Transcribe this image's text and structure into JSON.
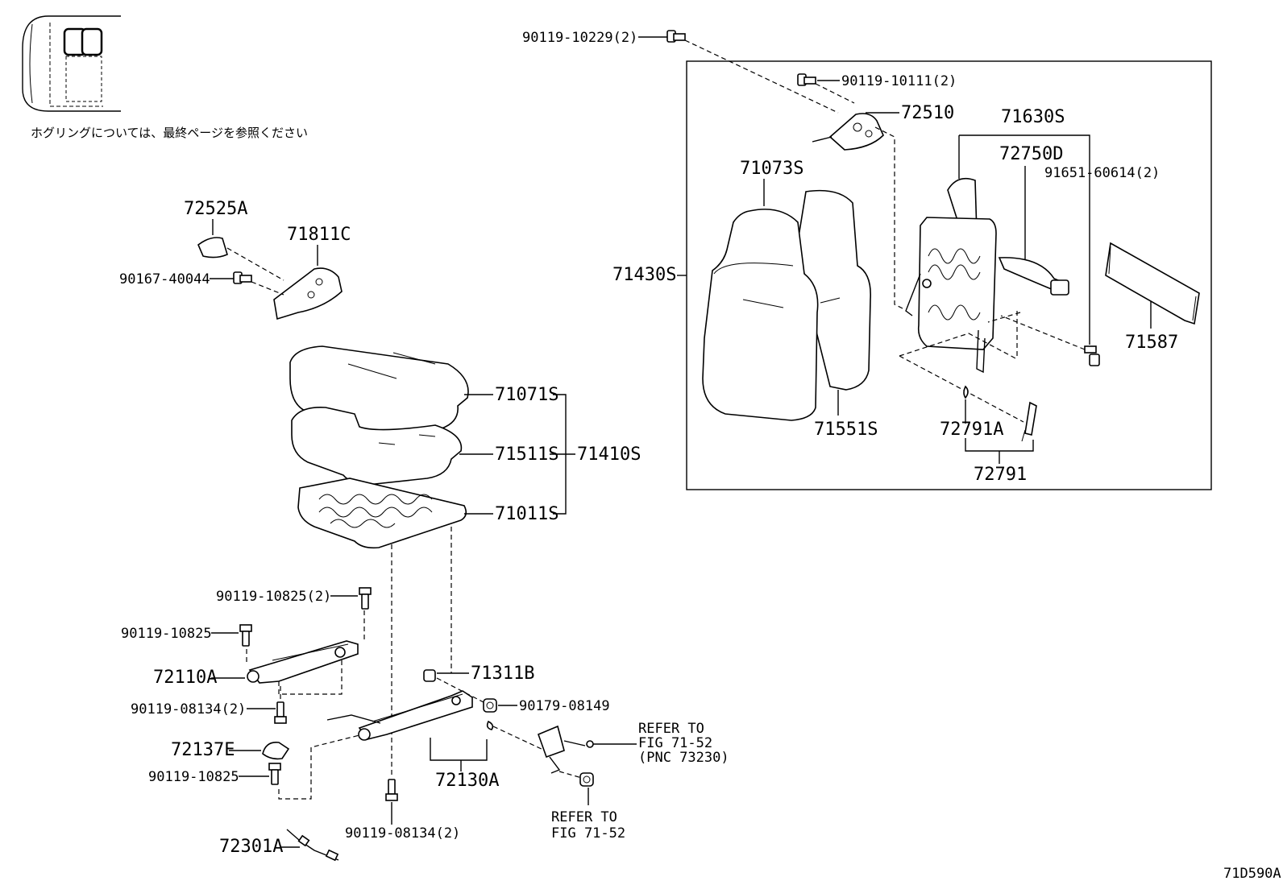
{
  "note": "ホグリングについては、最終ページを参照ください",
  "figure_code": "71D590A",
  "labels": {
    "p90119_10229_2": "90119-10229(2)",
    "p90119_10111_2": "90119-10111(2)",
    "p72510": "72510",
    "p71630S": "71630S",
    "p72750D": "72750D",
    "p91651_60614_2": "91651-60614(2)",
    "p71073S": "71073S",
    "p71430S": "71430S",
    "p71587": "71587",
    "p71551S": "71551S",
    "p72791A": "72791A",
    "p72791": "72791",
    "p72525A": "72525A",
    "p71811C": "71811C",
    "p90167_40044": "90167-40044",
    "p71071S": "71071S",
    "p71511S": "71511S",
    "p71410S": "71410S",
    "p71011S": "71011S",
    "p90119_10825_2": "90119-10825(2)",
    "p90119_10825_a": "90119-10825",
    "p72110A": "72110A",
    "p90119_08134_2_a": "90119-08134(2)",
    "p72137E": "72137E",
    "p90119_10825_b": "90119-10825",
    "p71311B": "71311B",
    "p90179_08149": "90179-08149",
    "p72130A": "72130A",
    "p90119_08134_2_b": "90119-08134(2)",
    "p72301A": "72301A"
  },
  "refer1": [
    "REFER TO",
    "FIG 71-52",
    "(PNC 73230)"
  ],
  "refer2": [
    "REFER TO",
    "FIG 71-52"
  ]
}
